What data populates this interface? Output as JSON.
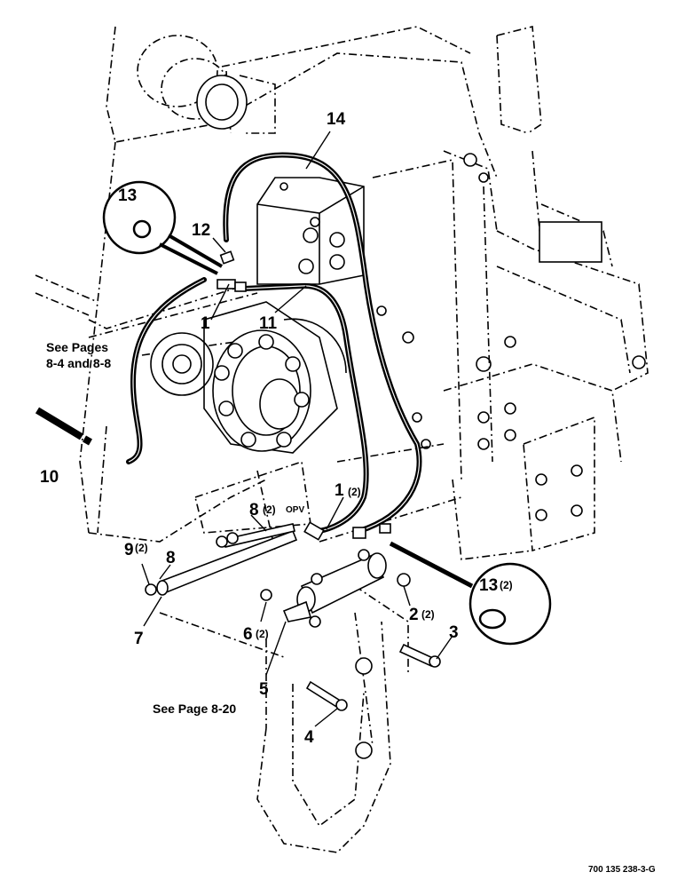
{
  "callouts": {
    "c1a": "1",
    "c1b": "1",
    "c1b_qty": "(2)",
    "c2": "2",
    "c2_qty": "(2)",
    "c3": "3",
    "c4": "4",
    "c5": "5",
    "c6": "6",
    "c6_qty": "(2)",
    "c7": "7",
    "c8a": "8",
    "c8b": "8",
    "c8b_qty": "(2)",
    "c8b_note": "OPV",
    "c9": "9",
    "c9_qty": "(2)",
    "c10": "10",
    "c11": "11",
    "c12": "12",
    "c13a": "13",
    "c13b": "13",
    "c13b_qty": "(2)",
    "c14": "14"
  },
  "notes": {
    "see_pages_line1": "See Pages",
    "see_pages_line2": "8-4 and 8-8",
    "see_page": "See Page 8-20"
  },
  "drawing_number": "700 135 238-3-G"
}
